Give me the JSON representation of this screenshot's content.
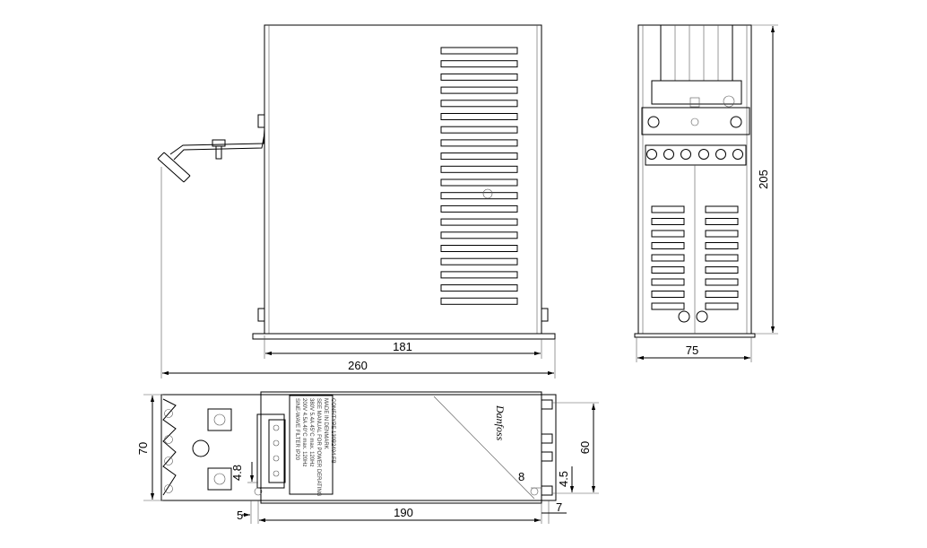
{
  "dimensions": {
    "side_width_inner": "181",
    "side_width_total": "260",
    "front_width": "75",
    "front_height": "205",
    "top_height_total": "70",
    "top_height_holes": "60",
    "top_length": "190",
    "offset_left": "5",
    "offset_right": "7",
    "hole_left": "4.8",
    "hole_right_vertical": "4.5",
    "hole_right_horizontal": "8"
  },
  "label": {
    "brand": "Danfoss",
    "lines": [
      "SINE-WAVE FILTER      IP20",
      "200V    4.5A    40°C    max. 120Hz",
      "380V    5.4A    45°C    max. 120Hz",
      "SEE MANUAL FOR POWER DERATING",
      "MADE IN DENMARK",
      "CONF/TYPE 130B2404 FB"
    ]
  }
}
